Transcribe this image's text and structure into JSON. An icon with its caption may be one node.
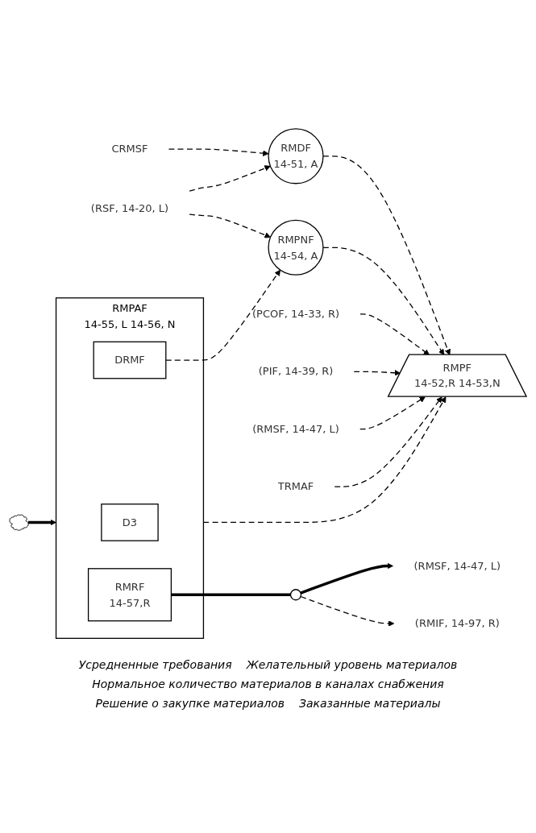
{
  "diagram": {
    "nodes": [
      {
        "text": [
          "CRMSF"
        ]
      },
      {
        "text": [
          "(RSF, 14-20, L)"
        ]
      },
      {
        "text": [
          "RMDF",
          "14-51, A"
        ]
      },
      {
        "text": [
          "RMPNF",
          "14-54, A"
        ]
      },
      {
        "text": [
          "(PCOF, 14-33, R)"
        ]
      },
      {
        "text": [
          "(PIF, 14-39, R)"
        ]
      },
      {
        "text": [
          "(RMSF, 14-47, L)"
        ]
      },
      {
        "text": [
          "TRMAF"
        ]
      },
      {
        "text": [
          "RMPF",
          "14-52,R 14-53,N"
        ]
      },
      {
        "text": [],
        "shape": "cloud"
      },
      {
        "text": [
          "RMPAF",
          "14-55, L 14-56, N"
        ]
      },
      {
        "text": [
          "D3"
        ],
        "in": 10
      },
      {
        "text": [
          "RMRF",
          "14-57,R"
        ],
        "in": 10
      },
      {
        "text": [
          "DRMF"
        ],
        "in": 10
      },
      {
        "text": [],
        "shape": "circle"
      },
      {
        "text": [
          "(RMSF, 14-47, L)"
        ]
      },
      {
        "text": [
          "(RMIF, 14-97, R)"
        ]
      }
    ],
    "edges": [
      {
        "from": 0,
        "to": 2,
        "arrow": "to",
        "style": "dashed"
      },
      {
        "from": 1,
        "to": 2,
        "arrow": "to",
        "style": "dashed"
      },
      {
        "from": 1,
        "to": 3,
        "arrow": "to",
        "style": "dashed"
      },
      {
        "from": 2,
        "to": 8,
        "arrow": "to",
        "style": "dashed"
      },
      {
        "from": 3,
        "to": 8,
        "arrow": "to",
        "style": "dashed"
      },
      {
        "from": 4,
        "to": 8,
        "arrow": "to",
        "style": "dashed"
      },
      {
        "from": 5,
        "to": 8,
        "arrow": "to",
        "style": "dashed"
      },
      {
        "from": 6,
        "to": 8,
        "arrow": "to",
        "style": "dashed"
      },
      {
        "from": 7,
        "to": 8,
        "arrow": "to",
        "style": "dashed"
      },
      {
        "from": 10,
        "to": 8,
        "arrow": "to",
        "style": "dashed"
      },
      {
        "from": 13,
        "to": 3,
        "arrow": "to",
        "style": "dashed"
      },
      {
        "from": 9,
        "to": 10,
        "arrow": "to",
        "style": "thick"
      },
      {
        "from": 12,
        "to": 14,
        "arrow": "none",
        "style": "thick"
      },
      {
        "from": 14,
        "to": 15,
        "arrow": "to",
        "style": "thick"
      },
      {
        "from": 14,
        "to": 16,
        "arrow": "to",
        "style": "dashed"
      }
    ],
    "labels": [
      "Усредненные требования",
      "Желательный уровень материалов",
      "Нормальное количество материалов в каналах снабжения",
      "Решение о закупке материалов",
      "Заказанные материалы"
    ]
  }
}
